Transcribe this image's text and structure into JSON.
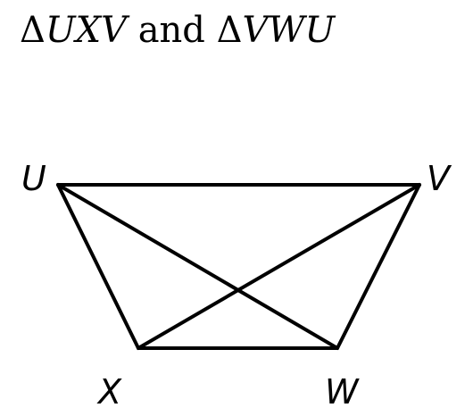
{
  "title": {
    "delta_symbol": "Δ",
    "triangle_a": "UXV",
    "conjunction": "and",
    "triangle_b": "VWU"
  },
  "figure": {
    "vertices": {
      "U": "U",
      "V": "V",
      "X": "X",
      "W": "W"
    },
    "stroke_color": "#000000"
  }
}
